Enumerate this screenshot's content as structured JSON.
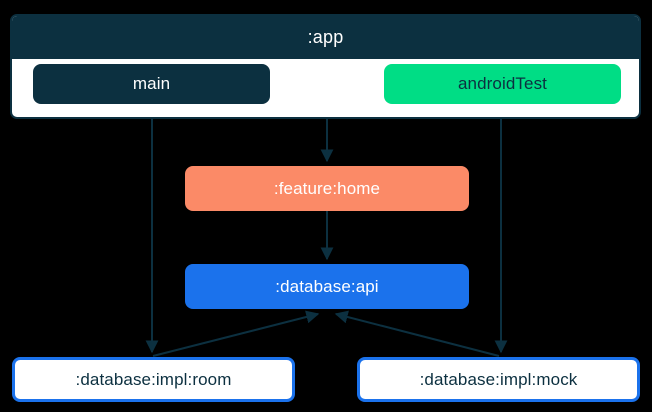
{
  "diagram": {
    "type": "module-dependency-graph",
    "background_color": "#000000",
    "container": {
      "label": ":app",
      "fill": "#ffffff",
      "title_bar_fill": "#0c3040",
      "title_color": "#ffffff",
      "border_color": "#0c3040"
    },
    "nodes": [
      {
        "id": "main",
        "label": "main",
        "fill": "#0c3040",
        "text_color": "#ffffff",
        "shape": "rounded-rect"
      },
      {
        "id": "androidTest",
        "label": "androidTest",
        "fill": "#00dd85",
        "text_color": "#0c3040",
        "shape": "rounded-rect"
      },
      {
        "id": "feature-home",
        "label": ":feature:home",
        "fill": "#fb8a67",
        "text_color": "#ffffff",
        "shape": "rounded-rect"
      },
      {
        "id": "database-api",
        "label": ":database:api",
        "fill": "#1b72ec",
        "text_color": "#ffffff",
        "shape": "rounded-rect"
      },
      {
        "id": "database-impl-room",
        "label": ":database:impl:room",
        "fill": "#ffffff",
        "text_color": "#0c3040",
        "border_color": "#1b72ec",
        "shape": "rounded-rect"
      },
      {
        "id": "database-impl-mock",
        "label": ":database:impl:mock",
        "fill": "#ffffff",
        "text_color": "#0c3040",
        "border_color": "#1b72ec",
        "shape": "rounded-rect"
      }
    ],
    "edges": [
      {
        "from": "main",
        "to": "database-impl-room",
        "style": "solid",
        "arrow": "end"
      },
      {
        "from": "app",
        "to": "feature-home",
        "style": "solid",
        "arrow": "end"
      },
      {
        "from": "androidTest",
        "to": "database-impl-mock",
        "style": "solid",
        "arrow": "end"
      },
      {
        "from": "feature-home",
        "to": "database-api",
        "style": "solid",
        "arrow": "end"
      },
      {
        "from": "database-impl-room",
        "to": "database-api",
        "style": "solid",
        "arrow": "end"
      },
      {
        "from": "database-impl-mock",
        "to": "database-api",
        "style": "solid",
        "arrow": "end"
      }
    ],
    "edge_color": "#0c3040"
  }
}
